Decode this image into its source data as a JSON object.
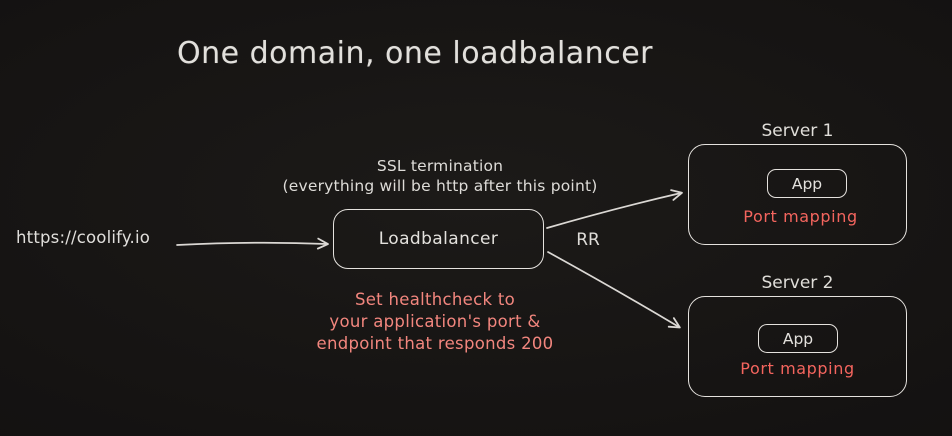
{
  "title": "One domain, one loadbalancer",
  "colors": {
    "background": "#161413",
    "stroke": "#e5e2de",
    "text_white": "#e0ded9",
    "note_red": "#f2867e",
    "port_red": "#f4655e"
  },
  "source": {
    "url_label": "https://coolify.io"
  },
  "loadbalancer": {
    "label": "Loadbalancer",
    "ssl_note": [
      "SSL termination",
      "(everything will be http after this point)"
    ],
    "health_note": [
      "Set healthcheck to",
      "your application's port &",
      "endpoint that responds 200"
    ]
  },
  "routing": {
    "rr_label": "RR"
  },
  "servers": [
    {
      "name": "Server 1",
      "app_label": "App",
      "port_label": "Port mapping"
    },
    {
      "name": "Server 2",
      "app_label": "App",
      "port_label": "Port mapping"
    }
  ]
}
